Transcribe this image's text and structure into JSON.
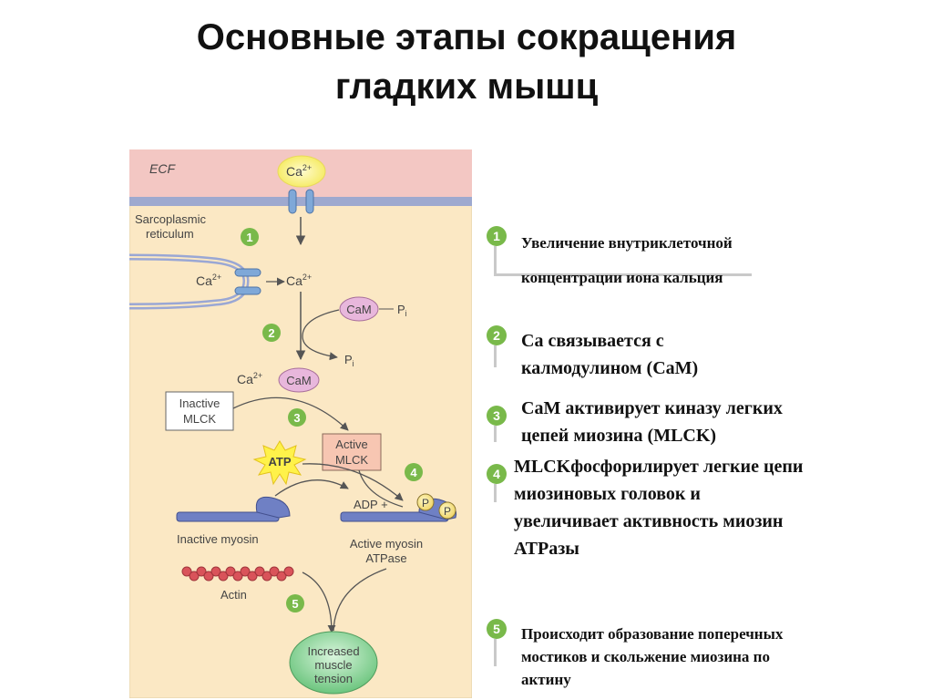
{
  "title": {
    "line1": "Основные этапы сокращения",
    "line2": "гладких мышц"
  },
  "diagram": {
    "ecf": "ECF",
    "ca_top": "Ca",
    "sr_line1": "Sarcoplasmic",
    "sr_line2": "reticulum",
    "ca_left": "Ca",
    "ca_right": "Ca",
    "charge": "2+",
    "cam_pi": "CaM",
    "pi_label": "P",
    "pi_sub": "i",
    "pi2_label": "P",
    "pi2_sub": "i",
    "ca_cam_ca": "Ca",
    "ca_cam": "CaM",
    "inactive_mlck_1": "Inactive",
    "inactive_mlck_2": "MLCK",
    "active_mlck_1": "Active",
    "active_mlck_2": "MLCK",
    "atp": "ATP",
    "adp": "ADP +",
    "p1": "P",
    "p2": "P",
    "inactive_myosin": "Inactive myosin",
    "active_myosin_1": "Active myosin",
    "active_myosin_2": "ATPase",
    "actin": "Actin",
    "increased_1": "Increased",
    "increased_2": "muscle",
    "increased_3": "tension",
    "n1": "1",
    "n2": "2",
    "n3": "3",
    "n4": "4",
    "n5": "5"
  },
  "steps": [
    {
      "num": "1",
      "lines": [
        "Увеличение внутриклеточной",
        "концентрации иона кальция"
      ]
    },
    {
      "num": "2",
      "lines": [
        "Са связывается с",
        "калмодулином (СаМ)"
      ]
    },
    {
      "num": "3",
      "lines": [
        "СаМ активирует киназу легких",
        "цепей миозина (MLCK)"
      ]
    },
    {
      "num": "4",
      "lines": [
        "MLCKфосфорилирует легкие цепи",
        "миозиновых головок и",
        "увеличивает активность миозин",
        "АТРазы"
      ]
    },
    {
      "num": "5",
      "lines": [
        "Происходит образование поперечных",
        "мостиков и скольжение миозина по",
        "актину"
      ]
    }
  ],
  "colors": {
    "cell": "#fbe8c4",
    "membrane": "#f2c4c4",
    "membrane_line": "#97a5c9",
    "badge": "#79b94a",
    "cam": "#e8b7dc",
    "ca_glow": "#fff59a",
    "myosin": "#6f80c4",
    "actin": "#d9535a",
    "mlck_active": "#f7c6b2",
    "tension": "#8fd79b"
  }
}
